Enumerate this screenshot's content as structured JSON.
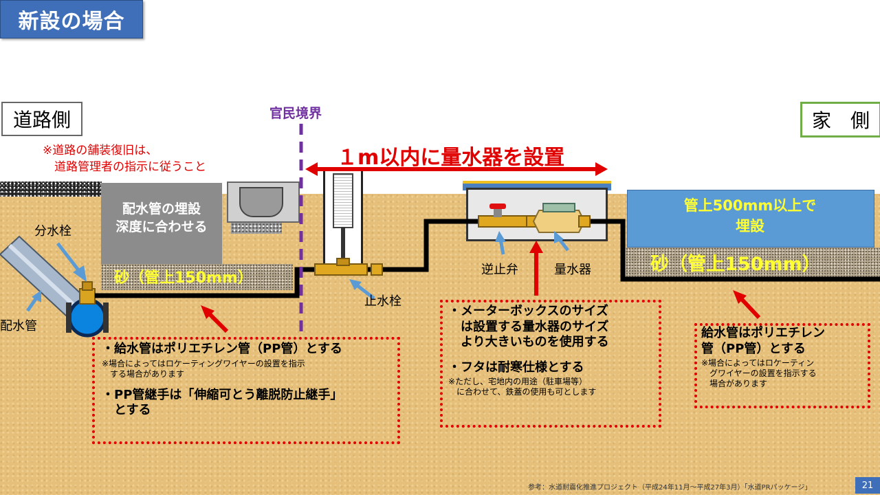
{
  "title": "新設の場合",
  "road_side": "道路側",
  "house_side": "家　側",
  "boundary": "官民境界",
  "range_label": "１m以内に量水器を設置",
  "pavement_note": [
    "※道路の舗装復旧は、",
    "　道路管理者の指示に従うこと"
  ],
  "depth_label": [
    "配水管の埋設",
    "深度に合わせる"
  ],
  "sand_left": "砂（管上150mm）",
  "sand_right": "砂（管上150mm）",
  "bury_label": [
    "管上500mm以上で",
    "埋設"
  ],
  "labels": {
    "tap": "分水栓",
    "main_pipe": "配水管",
    "stop_valve": "止水栓",
    "check_valve": "逆止弁",
    "meter": "量水器"
  },
  "note_left": {
    "line1": "・給水管はポリエチレン管（PP管）とする",
    "sub1": [
      "※場合によってはロケーティングワイヤーの設置を指示",
      "　する場合があります"
    ],
    "line2": [
      "・PP管継手は「伸縮可とう離脱防止継手」",
      "　とする"
    ]
  },
  "note_mid": {
    "line1": [
      "・メーターボックスのサイズ",
      "　は設置する量水器のサイズ",
      "　より大きいものを使用する"
    ],
    "line2": "・フタは耐寒仕様とする",
    "sub2": [
      "※ただし、宅地内の用途（駐車場等）",
      "　に合わせて、鉄蓋の使用も可とします"
    ]
  },
  "note_right": {
    "line1": [
      "給水管はポリエチレン",
      "管（PP管）とする"
    ],
    "sub1": [
      "※場合によってはロケーティン",
      "　グワイヤーの設置を指示する",
      "　場合があります"
    ]
  },
  "reference": "参考：水道耐震化推進プロジェクト（平成24年11月～平成27年3月）「水道PRパッケージ」",
  "page_number": "21",
  "colors": {
    "title_bg": "#3f6fb8",
    "boundary": "#7030a0",
    "range": "#e00000",
    "note_border": "#e00000",
    "sand_text": "#ffff33",
    "bury_bg": "#5b9bd5",
    "pipe": "#000000"
  }
}
